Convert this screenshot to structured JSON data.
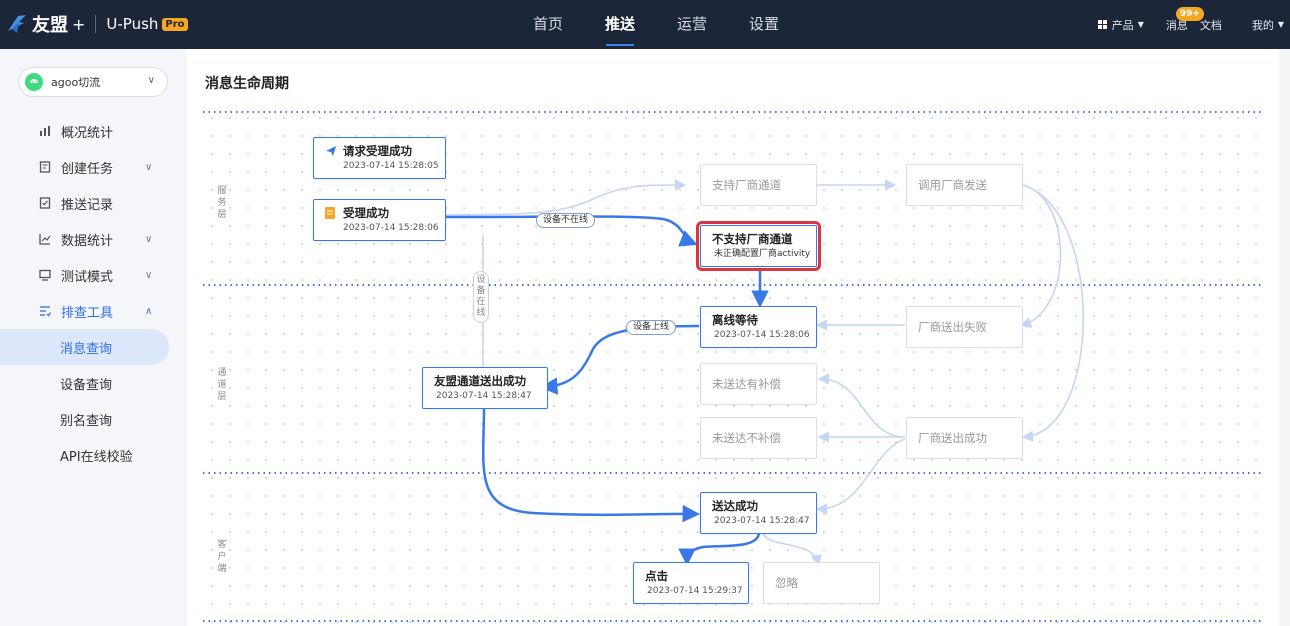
{
  "header": {
    "brand": "友盟",
    "plus": "+",
    "product": "U-Push",
    "pro_badge": "Pro",
    "nav": [
      "首页",
      "推送",
      "运营",
      "设置"
    ],
    "active_nav": 1,
    "right": {
      "products": "产品",
      "messages": "消息",
      "message_badge": "99+",
      "docs": "文档",
      "mine": "我的"
    }
  },
  "sidebar": {
    "app_name": "agoo切流",
    "menu": [
      {
        "label": "概况统计",
        "icon": "chart-bar-icon",
        "arrow": ""
      },
      {
        "label": "创建任务",
        "icon": "task-icon",
        "arrow": "∨"
      },
      {
        "label": "推送记录",
        "icon": "record-icon",
        "arrow": ""
      },
      {
        "label": "数据统计",
        "icon": "line-chart-icon",
        "arrow": "∨"
      },
      {
        "label": "测试模式",
        "icon": "monitor-icon",
        "arrow": "∨"
      },
      {
        "label": "排查工具",
        "icon": "list-check-icon",
        "arrow": "∧"
      }
    ],
    "submenu": [
      "消息查询",
      "设备查询",
      "别名查询",
      "API在线校验"
    ],
    "active_sub": 0
  },
  "main": {
    "title": "消息生命周期",
    "layers": {
      "service": [
        "服",
        "务",
        "层"
      ],
      "channel": [
        "通",
        "道",
        "层"
      ],
      "client": [
        "客",
        "户",
        "端"
      ]
    },
    "nodes": {
      "request_ok": {
        "title": "请求受理成功",
        "time": "2023-07-14 15:28:05"
      },
      "accept_ok": {
        "title": "受理成功",
        "time": "2023-07-14 15:28:06"
      },
      "support_vendor": {
        "title": "支持厂商通道"
      },
      "call_vendor": {
        "title": "调用厂商发送"
      },
      "no_vendor": {
        "title": "不支持厂商通道",
        "sub": "未正确配置厂商activity"
      },
      "offline_wait": {
        "title": "离线等待",
        "time": "2023-07-14 15:28:06"
      },
      "vendor_fail": {
        "title": "厂商送出失败"
      },
      "umeng_sent": {
        "title": "友盟通道送出成功",
        "time": "2023-07-14 15:28:47"
      },
      "undelivered_comp": {
        "title": "未送达有补偿"
      },
      "undelivered_nocomp": {
        "title": "未送达不补偿"
      },
      "vendor_sent": {
        "title": "厂商送出成功"
      },
      "delivered": {
        "title": "送达成功",
        "time": "2023-07-14 15:28:47"
      },
      "clicked": {
        "title": "点击",
        "time": "2023-07-14 15:29:37"
      },
      "ignored": {
        "title": "忽略"
      }
    },
    "edge_labels": {
      "device_offline": "设备不在线",
      "device_online_v": "设备在线",
      "device_online": "设备上线"
    }
  }
}
